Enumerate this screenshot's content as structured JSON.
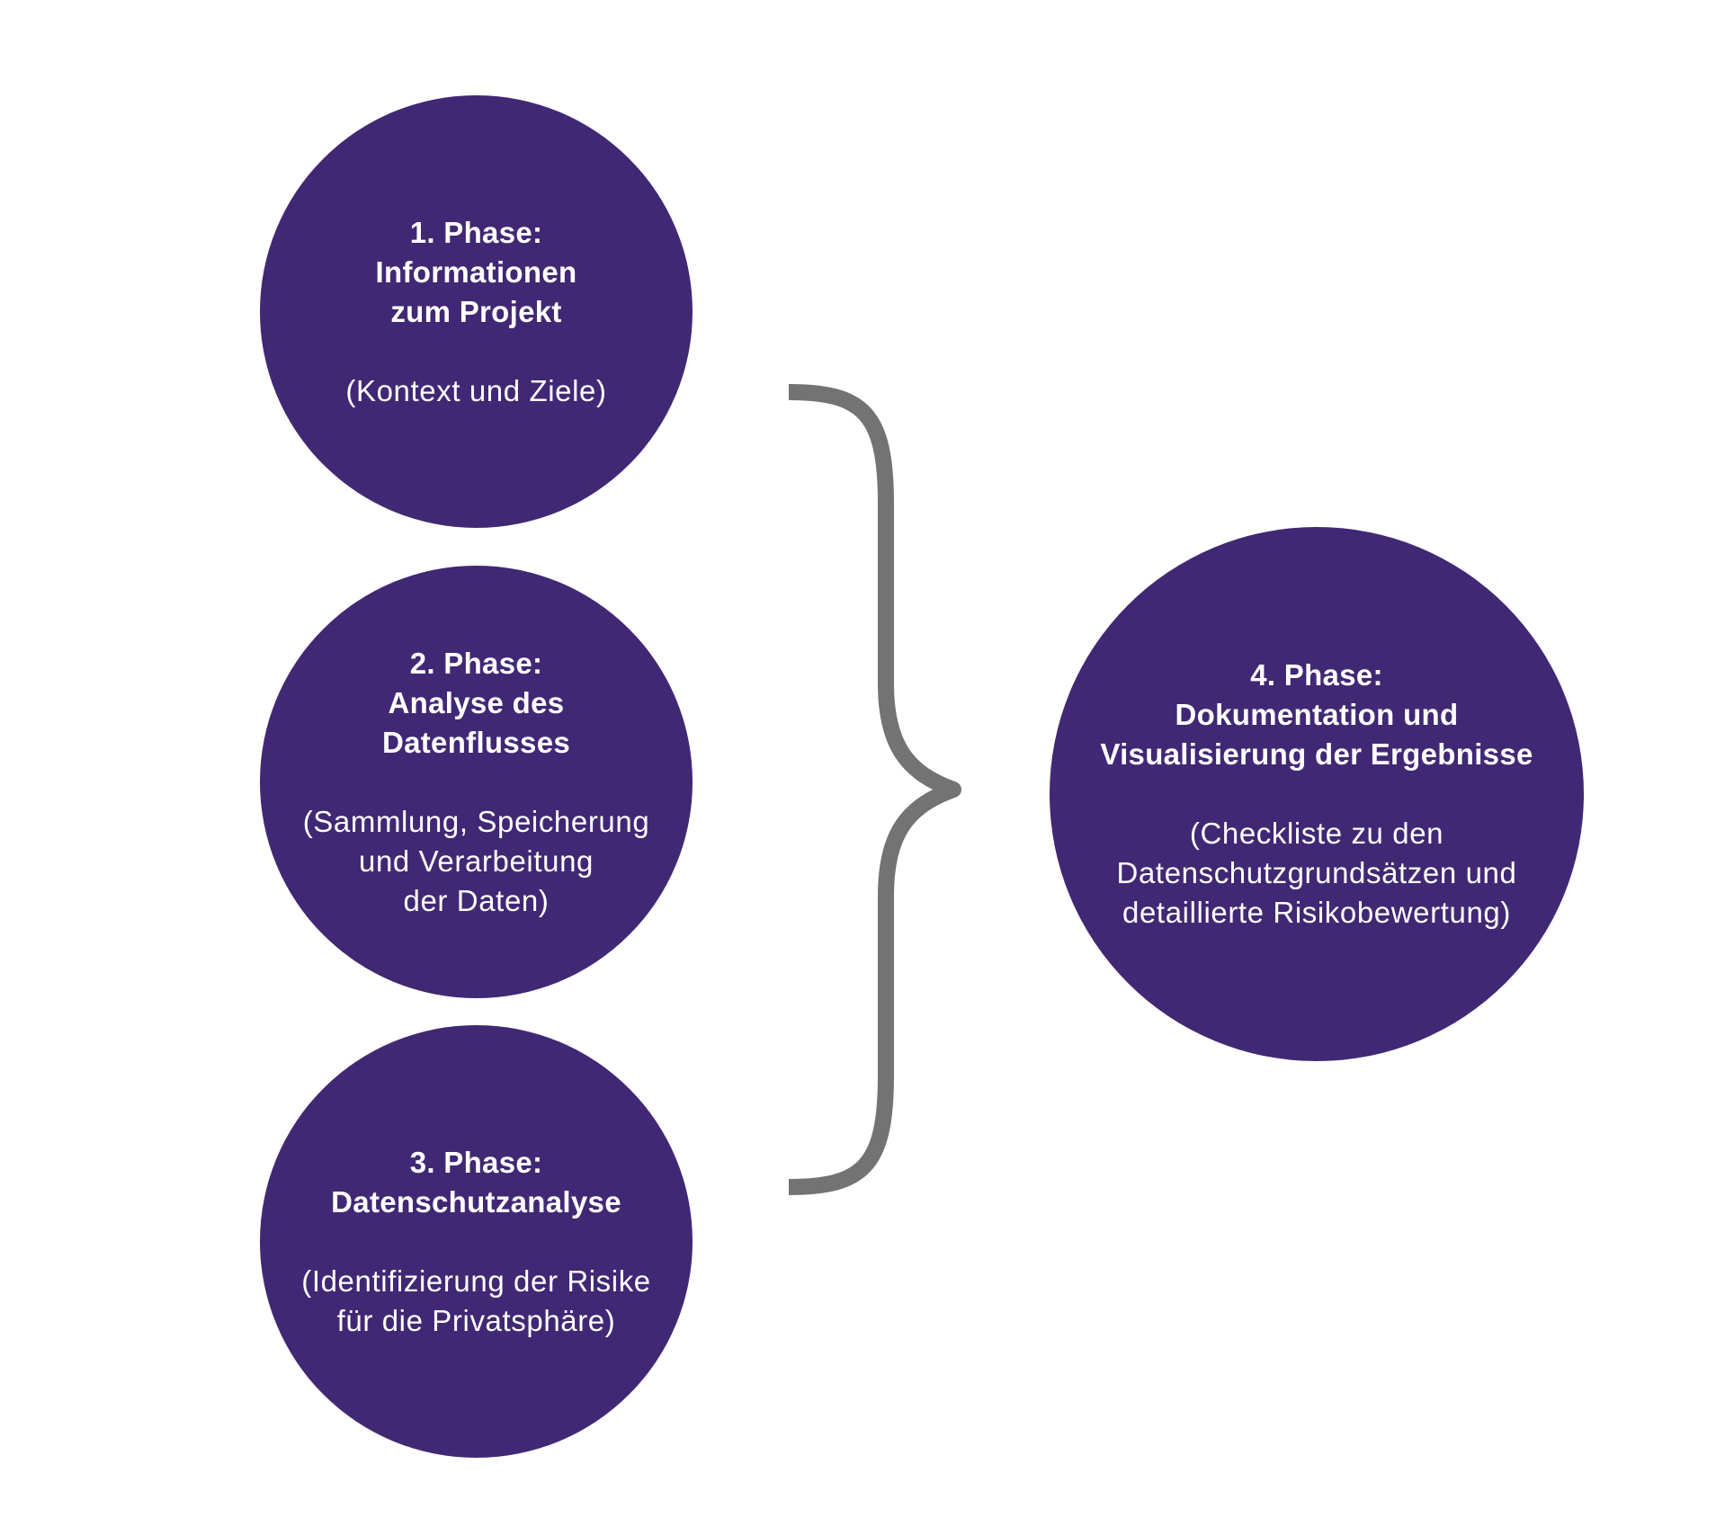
{
  "colors": {
    "circle_fill": "#412874",
    "text": "#ffffff",
    "brace": "#737373",
    "background": "#ffffff"
  },
  "phases": [
    {
      "title": "1. Phase:\nInformationen\nzum Projekt",
      "description": "(Kontext und Ziele)"
    },
    {
      "title": "2. Phase:\nAnalyse des\nDatenflusses",
      "description": "(Sammlung, Speicherung\nund Verarbeitung\nder Daten)"
    },
    {
      "title": "3. Phase:\nDatenschutzanalyse",
      "description": "(Identifizierung der Risike\nfür die Privatsphäre)"
    },
    {
      "title": "4. Phase:\nDokumentation und\nVisualisierung der Ergebnisse",
      "description": "(Checkliste zu den\nDatenschutzgrundsätzen und\ndetaillierte Risikobewertung)"
    }
  ]
}
